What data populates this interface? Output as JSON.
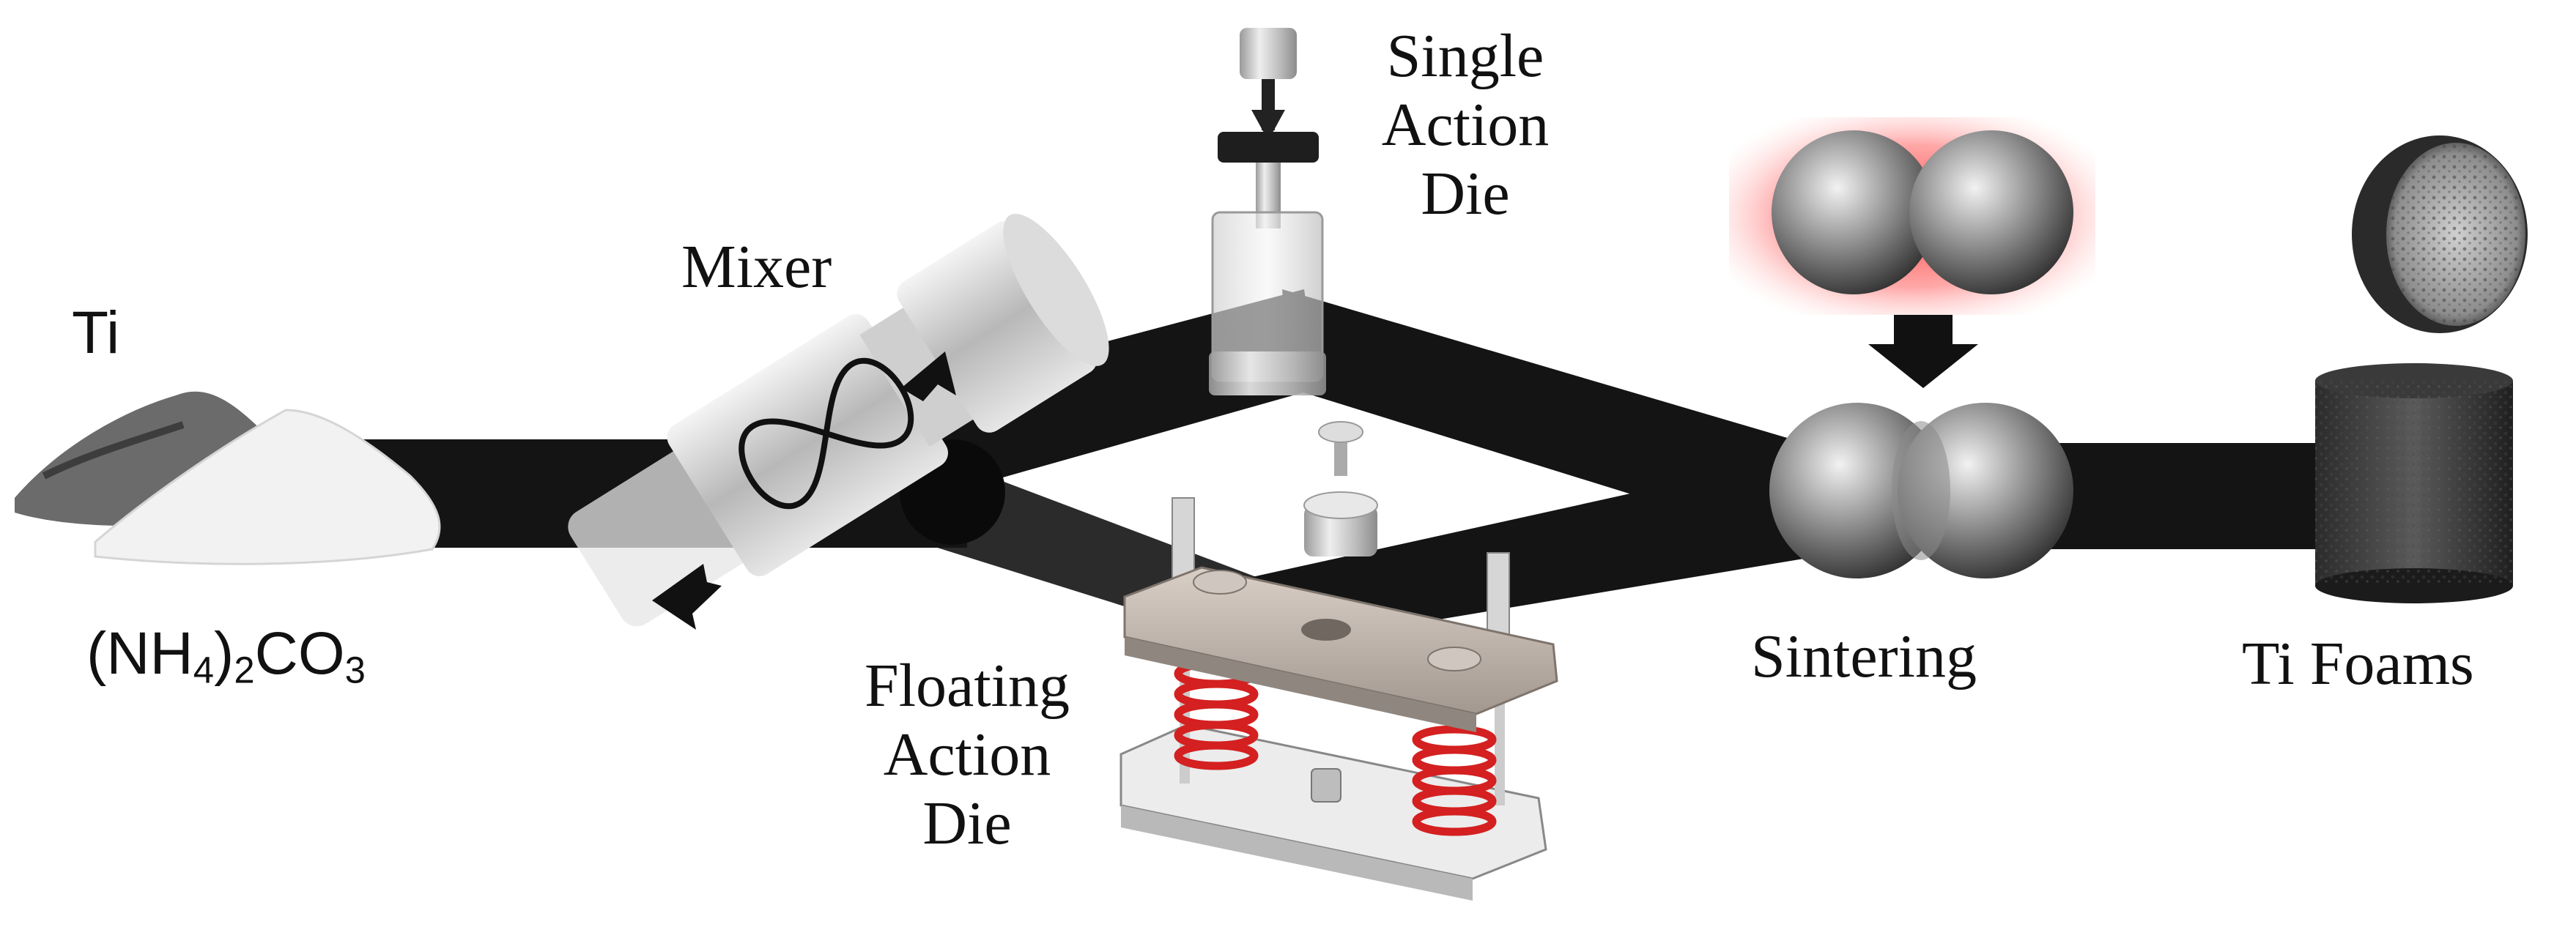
{
  "labels": {
    "ti": "Ti",
    "formula": {
      "p1": "(NH",
      "s1": "4",
      "p2": ")",
      "s2": "2",
      "p3": "CO",
      "s3": "3"
    },
    "mixer": "Mixer",
    "single_action_die": [
      "Single",
      "Action",
      "Die"
    ],
    "floating_action_die": [
      "Floating",
      "Action",
      "Die"
    ],
    "sintering": "Sintering",
    "ti_foams": "Ti Foams"
  },
  "colors": {
    "band": "#141414",
    "steel": "#c9c9c9",
    "spring": "#d42020",
    "glow": "#ff4a4a",
    "sphere": "#7a7a7a"
  }
}
